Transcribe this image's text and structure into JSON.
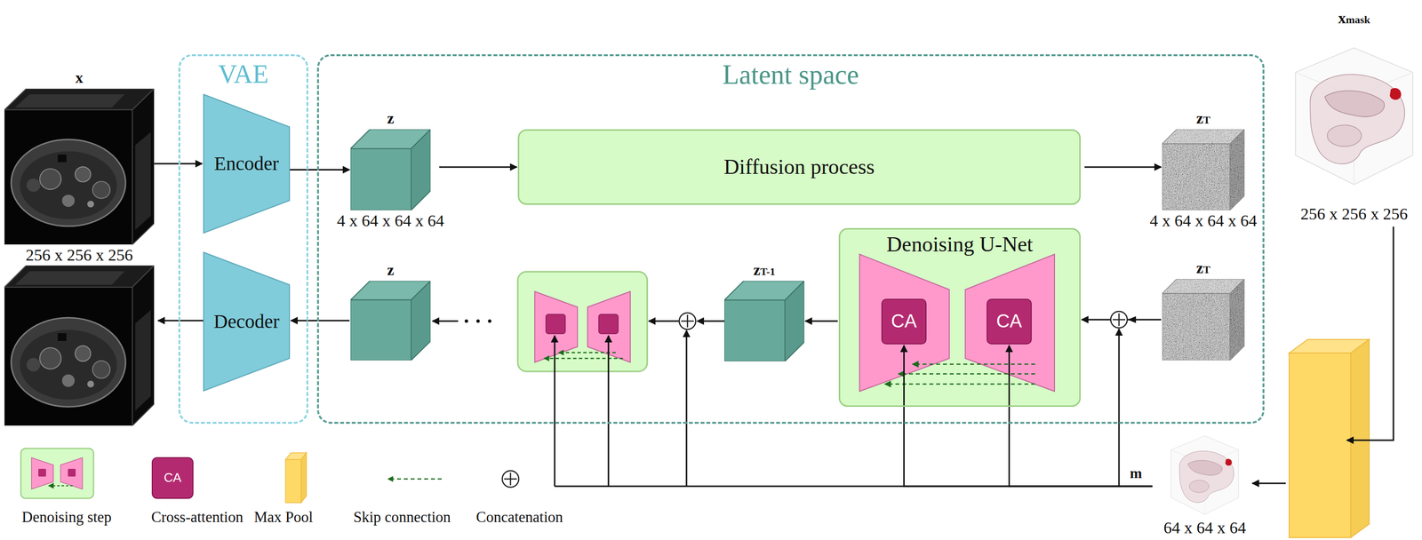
{
  "diagram": {
    "nodes": [
      {
        "text": [
          "x",
          "256 x 256 x 256"
        ]
      },
      {
        "text": [
          "VAE"
        ]
      },
      {
        "text": [
          "Encoder"
        ],
        "in": 1
      },
      {
        "text": [
          "Decoder"
        ],
        "in": 1
      },
      {
        "text": [
          "Latent space"
        ]
      },
      {
        "text": [
          "z",
          "4 x 64 x 64 x 64"
        ],
        "in": 4
      },
      {
        "text": [
          "Diffusion process"
        ],
        "in": 4
      },
      {
        "text": [
          "zT",
          "4 x 64 x 64 x 64"
        ],
        "in": 4
      },
      {
        "text": [
          "xmask",
          "256 x 256 x 256"
        ]
      },
      {
        "text": [
          "z"
        ],
        "in": 4
      },
      {
        "text": [
          "zT-1"
        ],
        "in": 4
      },
      {
        "text": [
          "Denoising U-Net"
        ],
        "in": 4
      },
      {
        "text": [
          "CA"
        ],
        "in": 11
      },
      {
        "text": [
          "CA"
        ],
        "in": 11
      },
      {
        "text": [
          "zT"
        ],
        "in": 4
      },
      {
        "text": [
          "64 x 64 x 64"
        ]
      }
    ],
    "edges": [
      {
        "from": 0,
        "to": 2,
        "arrow": "to"
      },
      {
        "from": 2,
        "to": 5,
        "arrow": "to"
      },
      {
        "from": 5,
        "to": 6,
        "arrow": "to"
      },
      {
        "from": 6,
        "to": 7,
        "arrow": "to"
      },
      {
        "from": 14,
        "to": 11,
        "arrow": "to"
      },
      {
        "from": 11,
        "to": 10,
        "arrow": "to"
      },
      {
        "from": 9,
        "to": 3,
        "arrow": "to"
      },
      {
        "from": 15,
        "to": 12,
        "arrow": "to"
      },
      {
        "from": 15,
        "to": 13,
        "arrow": "to"
      }
    ],
    "labels": [
      "m",
      "CA"
    ],
    "legend": [
      {
        "text": "Denoising step"
      },
      {
        "text": "Cross-attention"
      },
      {
        "text": "Max Pool"
      },
      {
        "text": "Skip connection"
      },
      {
        "text": "Concatenation"
      }
    ]
  }
}
